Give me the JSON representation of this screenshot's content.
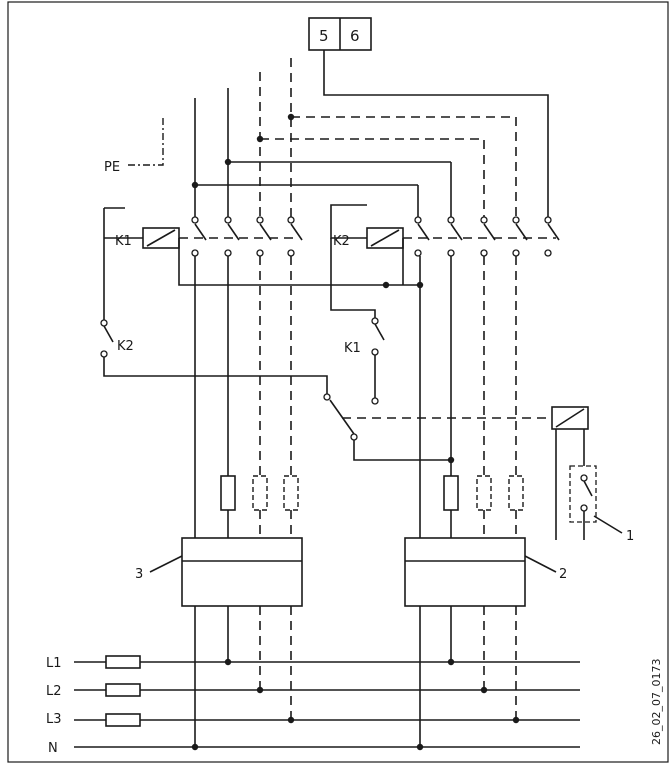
{
  "terminal_block": {
    "t1": "5",
    "t2": "6"
  },
  "pe_label": "PE",
  "contactors": {
    "k1": "K1",
    "k2": "K2"
  },
  "aux_contacts": {
    "k2_in_k1_coil_circuit": "K2",
    "k1_in_k2_coil_circuit": "K1"
  },
  "components": {
    "unit_3": "3",
    "unit_2": "2",
    "switch_1": "1"
  },
  "supply_lines": [
    "L1",
    "L2",
    "L3",
    "N"
  ],
  "document_id": "26_02_07_0173"
}
